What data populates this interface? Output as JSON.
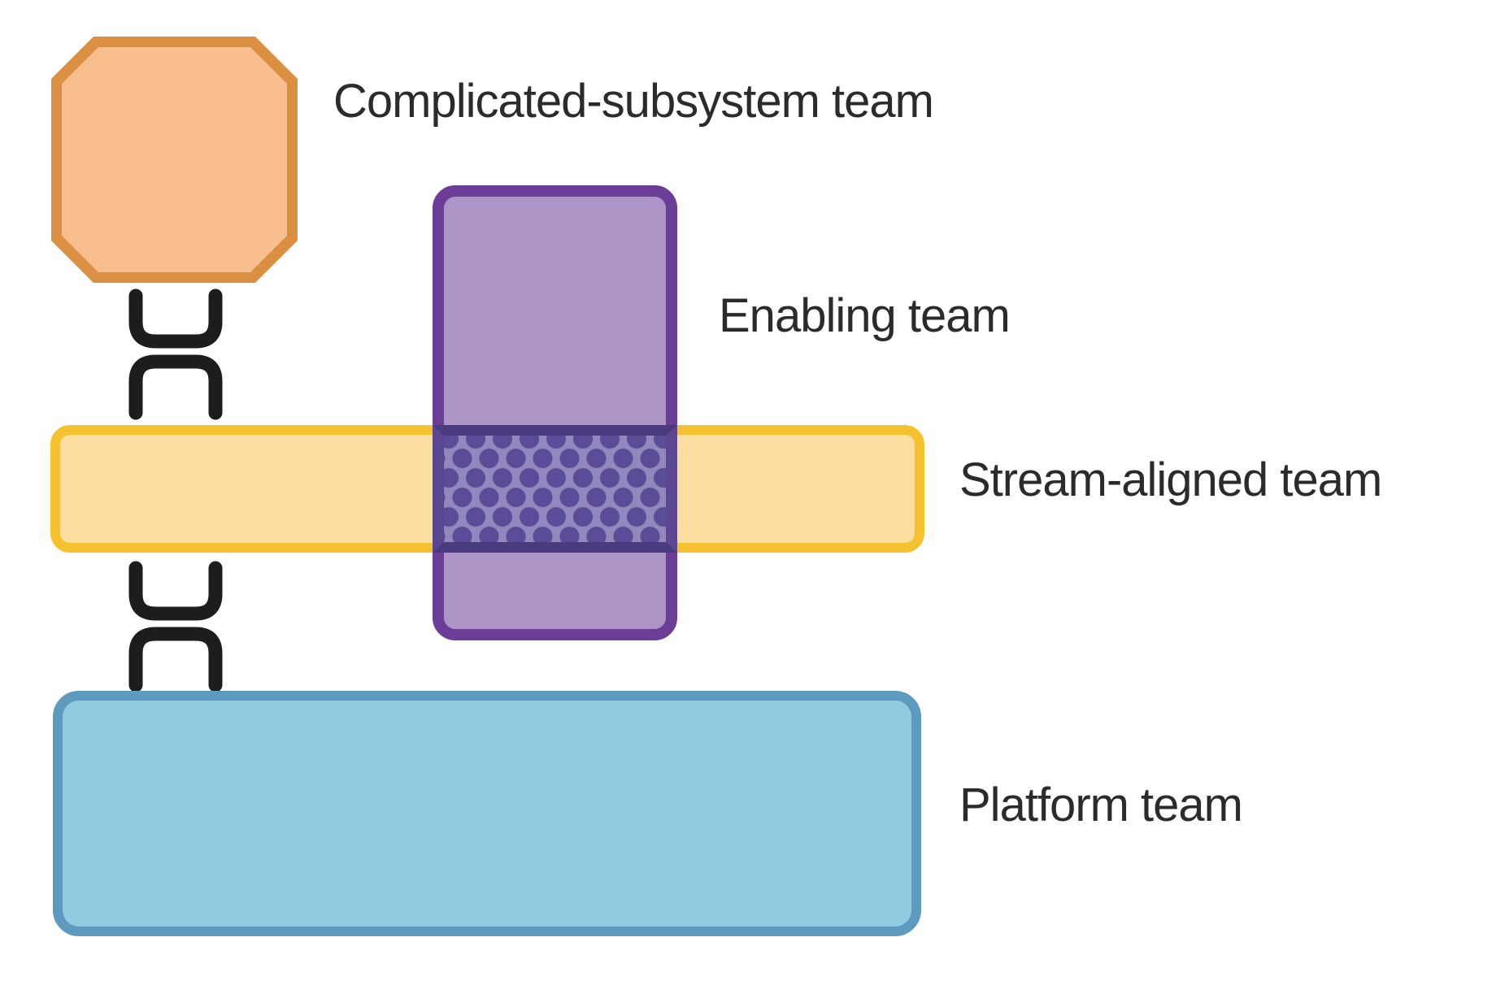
{
  "diagram": {
    "background": "#FFFFFF",
    "text_color": "#2B2B2B",
    "teams": {
      "complicated_subsystem": {
        "label": "Complicated-subsystem team",
        "shape": "octagon",
        "fill": "#F8BE8D",
        "stroke": "#DB8F43"
      },
      "enabling": {
        "label": "Enabling team",
        "shape": "vertical-rounded-rectangle",
        "fill": "#AC94C6",
        "stroke": "#6A3E96"
      },
      "stream_aligned": {
        "label": "Stream-aligned team",
        "shape": "horizontal-rounded-bar",
        "fill": "#FBDEA0",
        "stroke": "#F6C12F"
      },
      "platform": {
        "label": "Platform team",
        "shape": "large-rounded-rectangle",
        "fill": "#90CBE1",
        "stroke": "#5E99BE"
      }
    },
    "overlap": {
      "between": "enabling and stream_aligned",
      "pattern": "dots",
      "base_color": "#9188BE",
      "dot_color": "#5C4B97",
      "edge_color": "#4A3A7E"
    },
    "connectors": {
      "style": "interlocking-brackets",
      "color": "#1D1D1D",
      "count": 2
    }
  }
}
